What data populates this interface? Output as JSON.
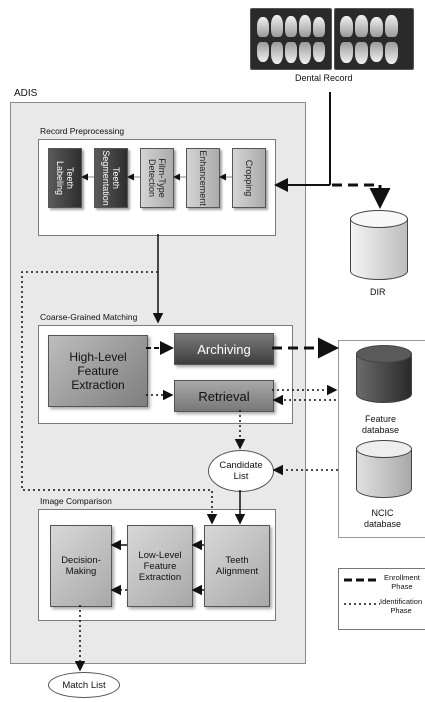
{
  "dental_record_label": "Dental Record",
  "system_title": "ADIS",
  "record_preprocessing": {
    "title": "Record Preprocessing",
    "steps": [
      "Teeth\nLabeling",
      "Teeth\nSegmentation",
      "Film-Type\nDetection",
      "Enhancement",
      "Cropping"
    ]
  },
  "dir_label": "DIR",
  "coarse_matching": {
    "title": "Coarse-Grained Matching",
    "feature_extraction": "High-Level\nFeature\nExtraction",
    "archiving": "Archiving",
    "retrieval": "Retrieval"
  },
  "feature_db_label": "Feature\ndatabase",
  "ncic_db_label": "NCIC\ndatabase",
  "candidate_list": "Candidate\nList",
  "image_comparison": {
    "title": "Image Comparison",
    "decision": "Decision-\nMaking",
    "low_level": "Low-Level\nFeature\nExtraction",
    "alignment": "Teeth\nAlignment"
  },
  "match_list": "Match List",
  "legend": {
    "enrollment": "Enrollment\nPhase",
    "identification": "Identification\nPhase"
  }
}
